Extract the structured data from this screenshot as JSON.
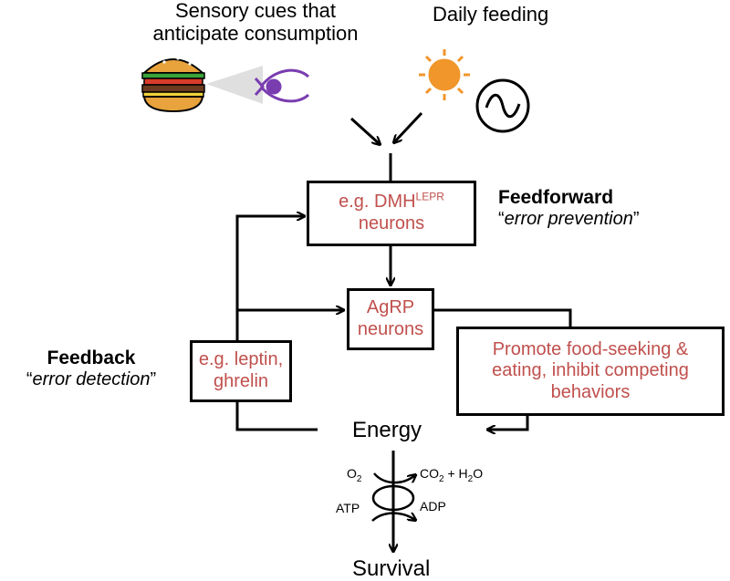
{
  "cues": {
    "sensory_line1": "Sensory cues that",
    "sensory_line2": "anticipate consumption",
    "daily": "Daily feeding"
  },
  "icons": [
    "burger-icon",
    "eye-icon",
    "sun-icon",
    "clock-wave-icon",
    "moon-icon"
  ],
  "boxes": {
    "dmh_prefix": "e.g. DMH",
    "dmh_sup": "LEPR",
    "dmh_line2": "neurons",
    "agrp_line1": "AgRP",
    "agrp_line2": "neurons",
    "leptin_line1": "e.g. leptin,",
    "leptin_line2": "ghrelin",
    "promote_line1": "Promote food-seeking &",
    "promote_line2": "eating, inhibit competing",
    "promote_line3": "behaviors"
  },
  "feedforward": {
    "title": "Feedforward",
    "open": "“",
    "sub": "error prevention",
    "close": "”"
  },
  "feedback": {
    "title": "Feedback",
    "open": "“",
    "sub": "error detection",
    "close": "”"
  },
  "energy": "Energy",
  "survival": "Survival",
  "metabolism": {
    "o": "O",
    "o_sub": "2",
    "co": "CO",
    "co_sub": "2",
    "plus_h": " + H",
    "h_sub": "2",
    "o_end": "O",
    "atp": "ATP",
    "adp": "ADP"
  },
  "colors": {
    "box_text": "#c0504d",
    "sun": "#f0962a",
    "moon": "#1f1fa0",
    "eye": "#7a3db0"
  }
}
